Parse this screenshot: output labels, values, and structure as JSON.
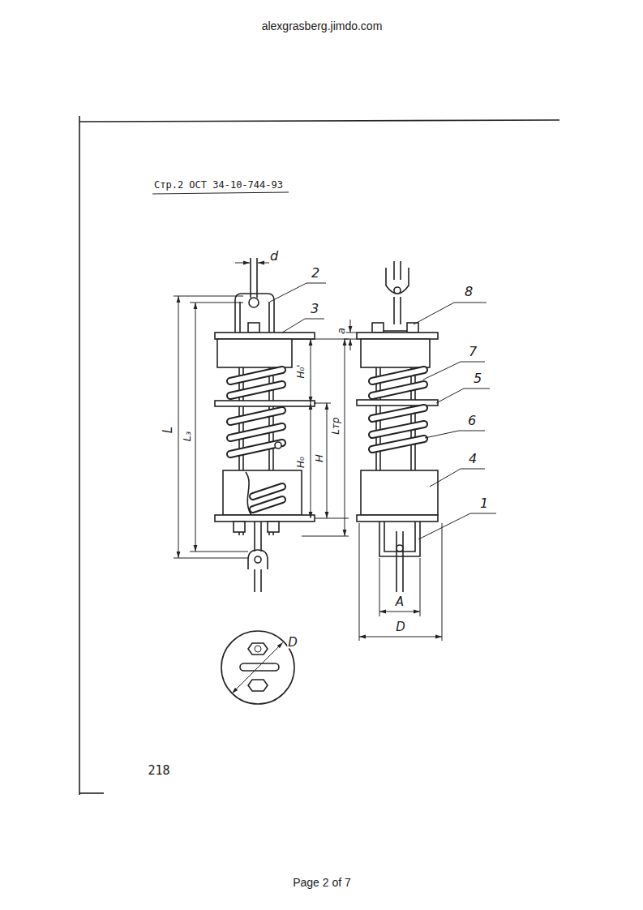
{
  "diagram": {
    "title": "Стр.2 ОСТ 34-10-744-93",
    "labels": [
      "alexgrasberg.jimdo.com",
      "d",
      "2",
      "3",
      "L",
      "L₃",
      "H₀'",
      "H₀",
      "H",
      "Lтр",
      "8",
      "a",
      "7",
      "5",
      "6",
      "4",
      "1",
      "A",
      "D",
      "D",
      "218",
      "Page 2 of 7"
    ]
  }
}
